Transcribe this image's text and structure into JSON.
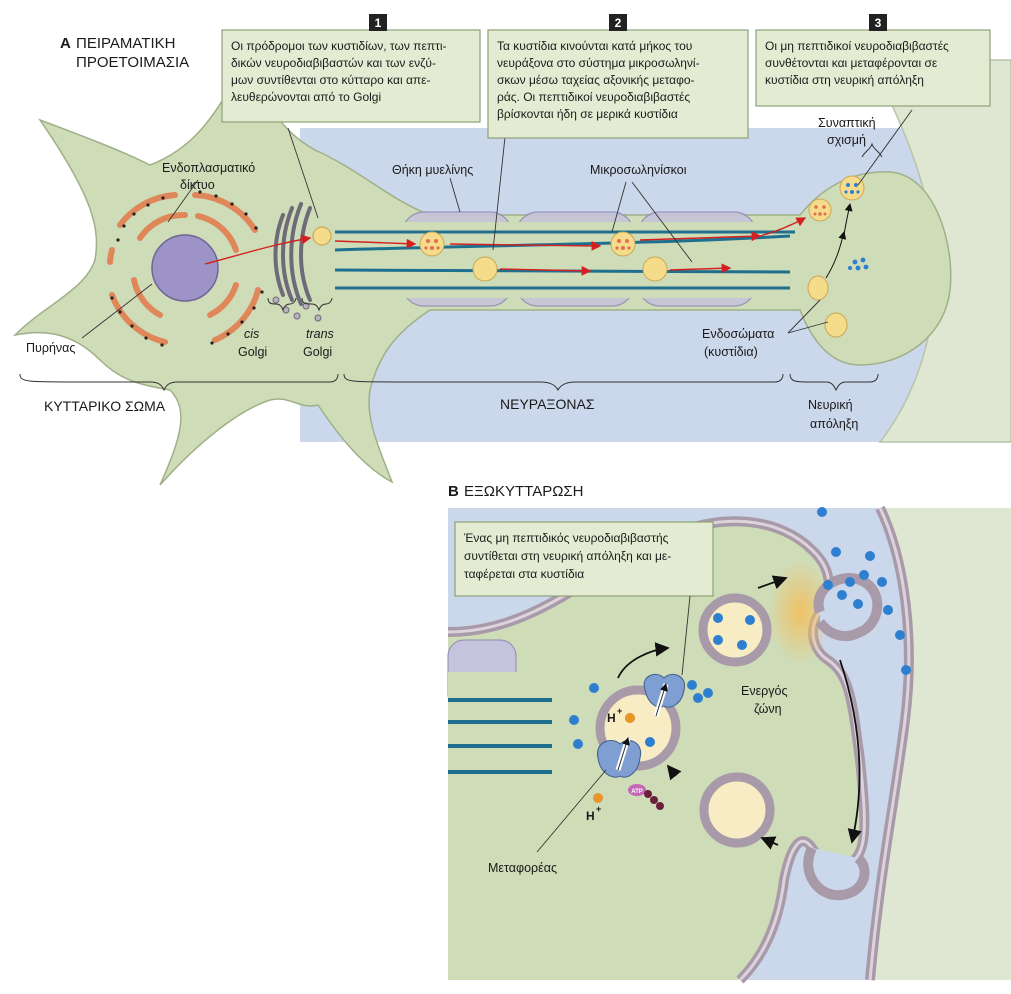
{
  "panel_a": {
    "letter": "A",
    "title_line1": "ΠΕΙΡΑΜΑΤΙΚΗ",
    "title_line2": "ΠΡΟΕΤΟΙΜΑΣΙΑ",
    "steps": [
      {
        "number": "1",
        "lines": [
          "Οι πρόδρομοι των κυστιδίων, των πεπτι-",
          "δικών νευροδιαβιβαστών και των ενζύ-",
          "μων συντίθενται στο κύτταρο και απε-",
          "λευθερώνονται από το Golgi"
        ]
      },
      {
        "number": "2",
        "lines": [
          "Τα κυστίδια κινούνται κατά μήκος του",
          "νευράξονα στο σύστημα μικροσωληνί-",
          "σκων μέσω ταχείας αξονικής μεταφο-",
          "ράς. Οι πεπτιδικοί νευροδιαβιβαστές",
          "βρίσκονται ήδη σε μερικά κυστίδια"
        ]
      },
      {
        "number": "3",
        "lines": [
          "Οι μη πεπτιδικοί νευροδιαβιβαστές",
          "συνθέτονται και μεταφέρονται σε",
          "κυστίδια στη νευρική απόληξη"
        ]
      }
    ],
    "labels": {
      "er_line1": "Ενδοπλασματικό",
      "er_line2": "δίκτυο",
      "nucleus": "Πυρήνας",
      "cis": "cis",
      "trans": "trans",
      "golgi": "Golgi",
      "myelin": "Θήκη μυελίνης",
      "microtubules": "Μικροσωληνίσκοι",
      "synaptic_cleft_line1": "Συναπτική",
      "synaptic_cleft_line2": "σχισμή",
      "endosomes_line1": "Ενδοσώματα",
      "endosomes_line2": "(κυστίδια)",
      "cell_body": "ΚΥΤΤΑΡΙΚΟ ΣΩΜΑ",
      "axon": "ΝΕΥΡΑΞΟΝΑΣ",
      "terminal_line1": "Νευρική",
      "terminal_line2": "απόληξη"
    }
  },
  "panel_b": {
    "letter": "B",
    "title": "ΕΞΩΚΥΤΤΑΡΩΣΗ",
    "callout_lines": [
      "Ένας μη πεπτιδικός νευροδιαβιβαστής",
      "συντίθεται στη νευρική απόληξη και με-",
      "ταφέρεται στα κυστίδια"
    ],
    "labels": {
      "active_zone_line1": "Ενεργός",
      "active_zone_line2": "ζώνη",
      "transporter": "Μεταφορέας",
      "proton": "H",
      "proton_sup": "+",
      "atp": "ATP"
    }
  },
  "colors": {
    "cell": "#cfdcb8",
    "cell_edge": "#9fb088",
    "background_blue": "#cbd7ea",
    "membrane": "#a89aa8",
    "callout_fill": "#e3ecd2",
    "microtubule": "#1f6f8f",
    "vesicle": "#f5dc8a",
    "transmitter": "#2f7fd0",
    "er": "#e0875a",
    "nucleus": "#9d93c6",
    "proton": "#e8952a",
    "arrow_red": "#d42020",
    "active_zone": "#f2c060"
  }
}
